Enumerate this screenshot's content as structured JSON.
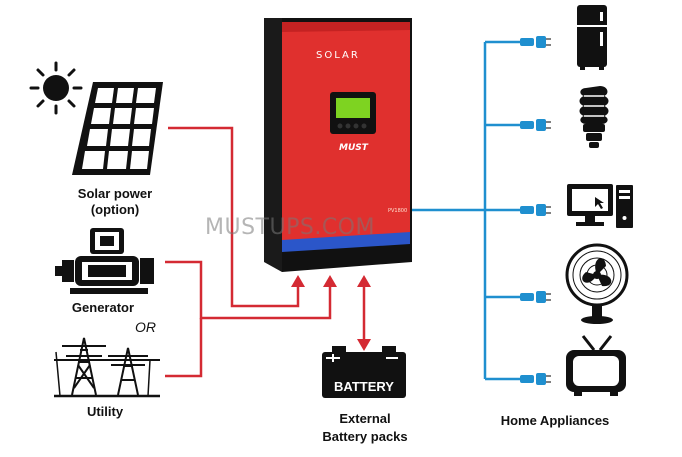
{
  "labels": {
    "solar_line1": "Solar power",
    "solar_line2": "(option)",
    "generator": "Generator",
    "or": "OR",
    "utility": "Utility",
    "battery_line1": "External",
    "battery_line2": "Battery packs",
    "battery_text": "BATTERY",
    "appliances": "Home Appliances"
  },
  "inverter": {
    "brand": "SOLAR",
    "logo": "MUST",
    "model": "PV1800"
  },
  "watermark": "MUSTUPS.COM",
  "icons": [
    "sun-icon",
    "solar-panel-icon",
    "generator-icon",
    "power-pylon-icon",
    "battery-icon",
    "refrigerator-icon",
    "light-bulb-icon",
    "computer-icon",
    "fan-icon",
    "tv-icon"
  ],
  "colors": {
    "input_lines": "#d42a33",
    "output_lines": "#1f8fcf",
    "inverter_body": "#e0302e",
    "inverter_side": "#1a1a1a",
    "inverter_stripe": "#2b56c9",
    "lcd": "#7ed321"
  }
}
